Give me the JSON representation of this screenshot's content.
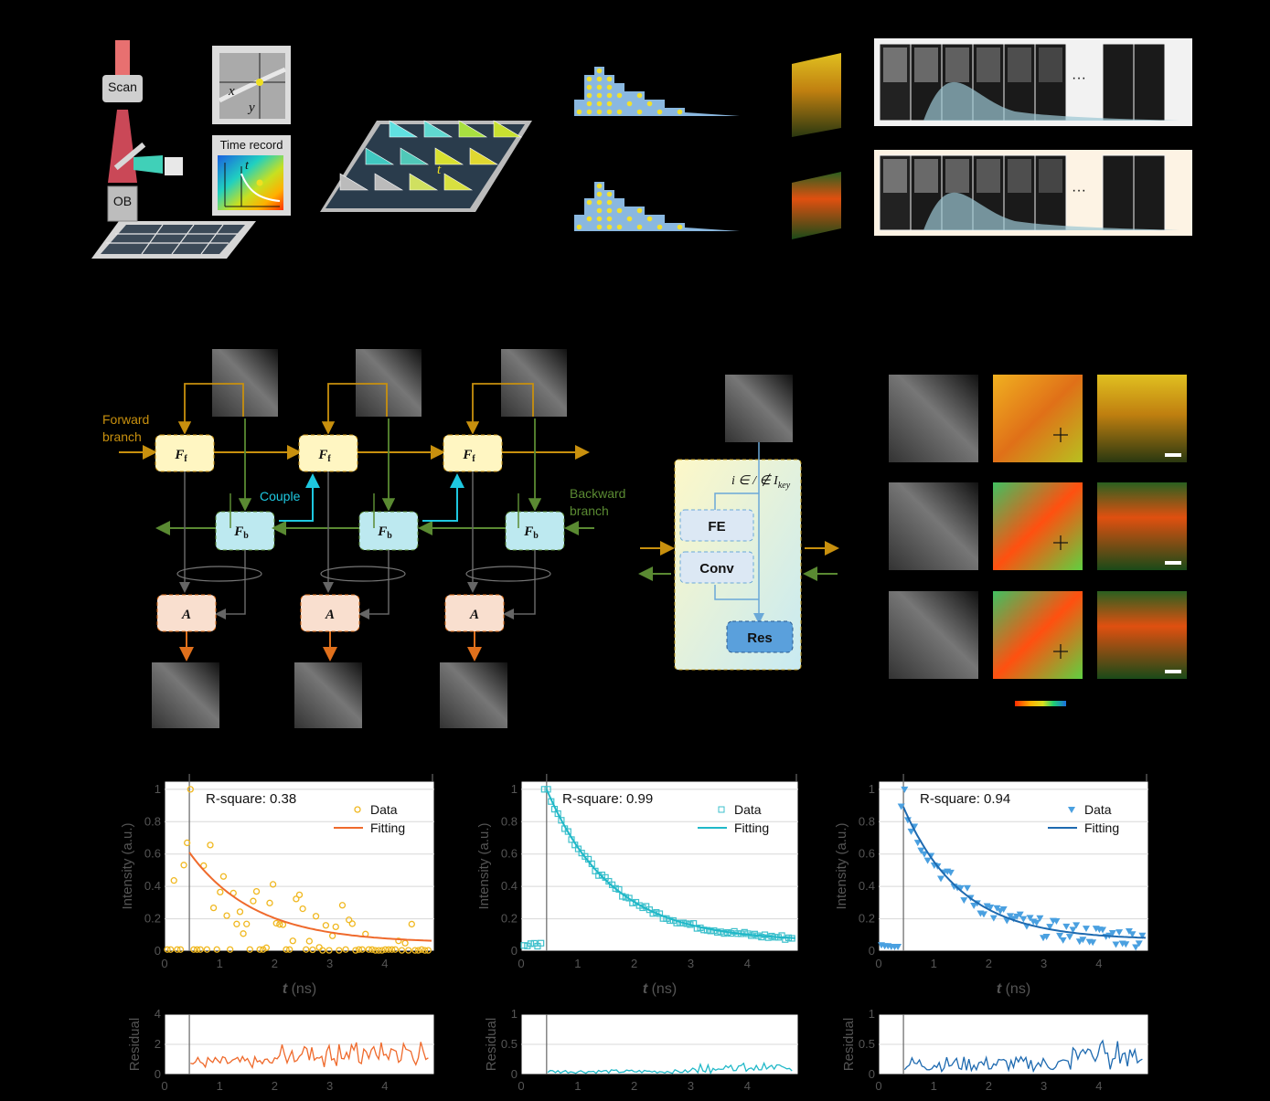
{
  "panel_a": {
    "scan_label": "Scan",
    "ob_label": "OB",
    "time_record_label": "Time record",
    "t_label": "t",
    "x_label": "x",
    "y_label": "y",
    "ellipsis": "···"
  },
  "panel_b": {
    "forward_branch_line1": "Forward",
    "forward_branch_line2": "branch",
    "backward_branch_line1": "Backward",
    "backward_branch_line2": "branch",
    "couple_label": "Couple",
    "ff_label": "F",
    "ff_sub": "f",
    "fb_label": "F",
    "fb_sub": "b",
    "a_label": "A",
    "fe_label": "FE",
    "conv_label": "Conv",
    "res_label": "Res",
    "key_condition": "i ∈ / ∉ I",
    "key_sub": "key"
  },
  "colors": {
    "forward": "#c8900e",
    "backward": "#5a8a32",
    "couple": "#1ec8e0",
    "agg": "#e0701c",
    "ff_fill": "#fff6c2",
    "fb_fill": "#bde9f0",
    "a_fill": "#f9dfcf"
  },
  "chart_data": [
    {
      "type": "scatter",
      "annotation": "R-square: 0.38",
      "legend": [
        "Data",
        "Fitting"
      ],
      "xlabel": "t (ns)",
      "ylabel": "Intensity (a.u.)",
      "xlim": [
        0,
        4.9
      ],
      "ylim": [
        0,
        1.05
      ],
      "xticks": [
        0,
        1,
        2,
        3,
        4
      ],
      "yticks": [
        0,
        0.2,
        0.4,
        0.6,
        0.8,
        1
      ],
      "marker": "circle",
      "color": "#f0b820",
      "fit_color": "#ef6a2c",
      "t0": 0.45,
      "fit": {
        "a": 0.56,
        "tau": 1.2,
        "c": 0.05
      },
      "residual": {
        "ylabel": "Residual",
        "ylim": [
          0,
          4
        ],
        "yticks": [
          0,
          2,
          4
        ],
        "color": "#ef6a2c"
      }
    },
    {
      "type": "scatter",
      "annotation": "R-square: 0.99",
      "legend": [
        "Data",
        "Fitting"
      ],
      "xlabel": "t (ns)",
      "ylabel": "Intensity (a.u.)",
      "xlim": [
        0,
        4.9
      ],
      "ylim": [
        0,
        1.05
      ],
      "xticks": [
        0,
        1,
        2,
        3,
        4
      ],
      "yticks": [
        0,
        0.2,
        0.4,
        0.6,
        0.8,
        1
      ],
      "marker": "square",
      "color": "#3ec0cc",
      "fit_color": "#20b8c8",
      "t0": 0.45,
      "fit": {
        "a": 0.94,
        "tau": 1.15,
        "c": 0.06
      },
      "residual": {
        "ylabel": "Residual",
        "ylim": [
          0,
          1
        ],
        "yticks": [
          0,
          0.5,
          1
        ],
        "color": "#20b8c8"
      }
    },
    {
      "type": "scatter",
      "annotation": "R-square: 0.94",
      "legend": [
        "Data",
        "Fitting"
      ],
      "xlabel": "t (ns)",
      "ylabel": "Intensity (a.u.)",
      "xlim": [
        0,
        4.9
      ],
      "ylim": [
        0,
        1.05
      ],
      "xticks": [
        0,
        1,
        2,
        3,
        4
      ],
      "yticks": [
        0,
        0.2,
        0.4,
        0.6,
        0.8,
        1
      ],
      "marker": "triangle",
      "color": "#4aa0e0",
      "fit_color": "#1e6ab0",
      "t0": 0.45,
      "fit": {
        "a": 0.82,
        "tau": 1.05,
        "c": 0.07
      },
      "residual": {
        "ylabel": "Residual",
        "ylim": [
          0,
          1
        ],
        "yticks": [
          0,
          0.5,
          1
        ],
        "color": "#1e6ab0"
      }
    }
  ]
}
